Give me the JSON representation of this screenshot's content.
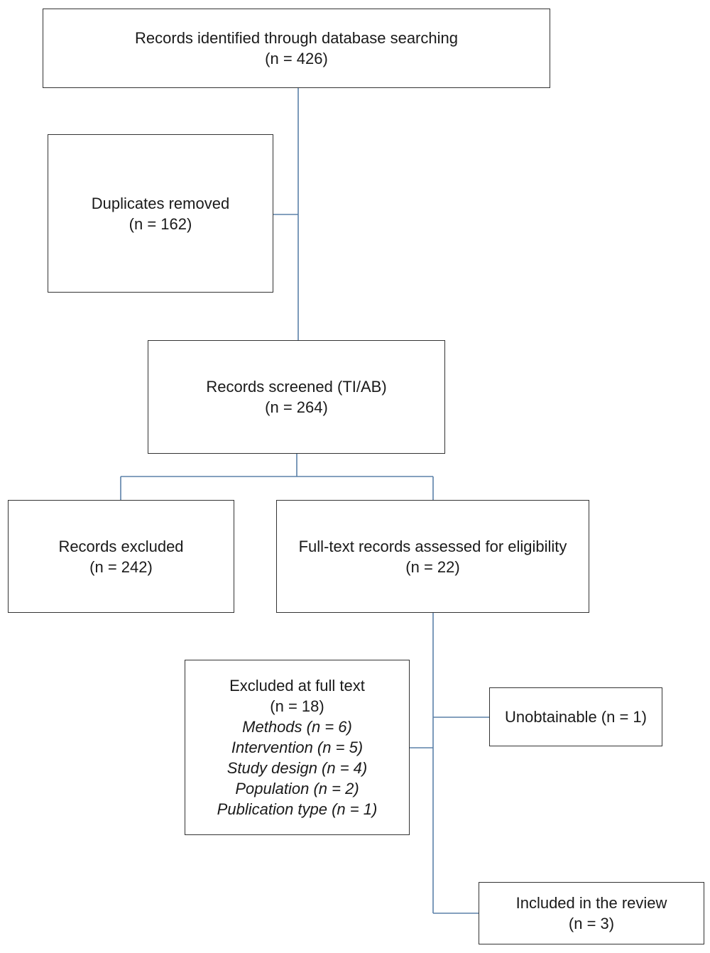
{
  "colors": {
    "connector": "#5b80a8",
    "box_border": "#333333",
    "text": "#1a1a1a"
  },
  "identified": {
    "label": "Records identified through database searching",
    "count": "(n = 426)"
  },
  "duplicates": {
    "label": "Duplicates removed",
    "count": "(n = 162)"
  },
  "screened": {
    "label": "Records screened (TI/AB)",
    "count": "(n = 264)"
  },
  "excluded": {
    "label": "Records excluded",
    "count": "(n = 242)"
  },
  "fulltext": {
    "label": "Full-text records assessed for eligibility",
    "count": "(n = 22)"
  },
  "excluded_full_text": {
    "label": "Excluded at full text",
    "count": "(n = 18)",
    "reasons": [
      "Methods (n = 6)",
      "Intervention (n = 5)",
      "Study design (n = 4)",
      "Population (n = 2)",
      "Publication type (n = 1)"
    ]
  },
  "unobtainable": {
    "label": "Unobtainable (n = 1)"
  },
  "included": {
    "label": "Included in the review",
    "count": "(n = 3)"
  }
}
